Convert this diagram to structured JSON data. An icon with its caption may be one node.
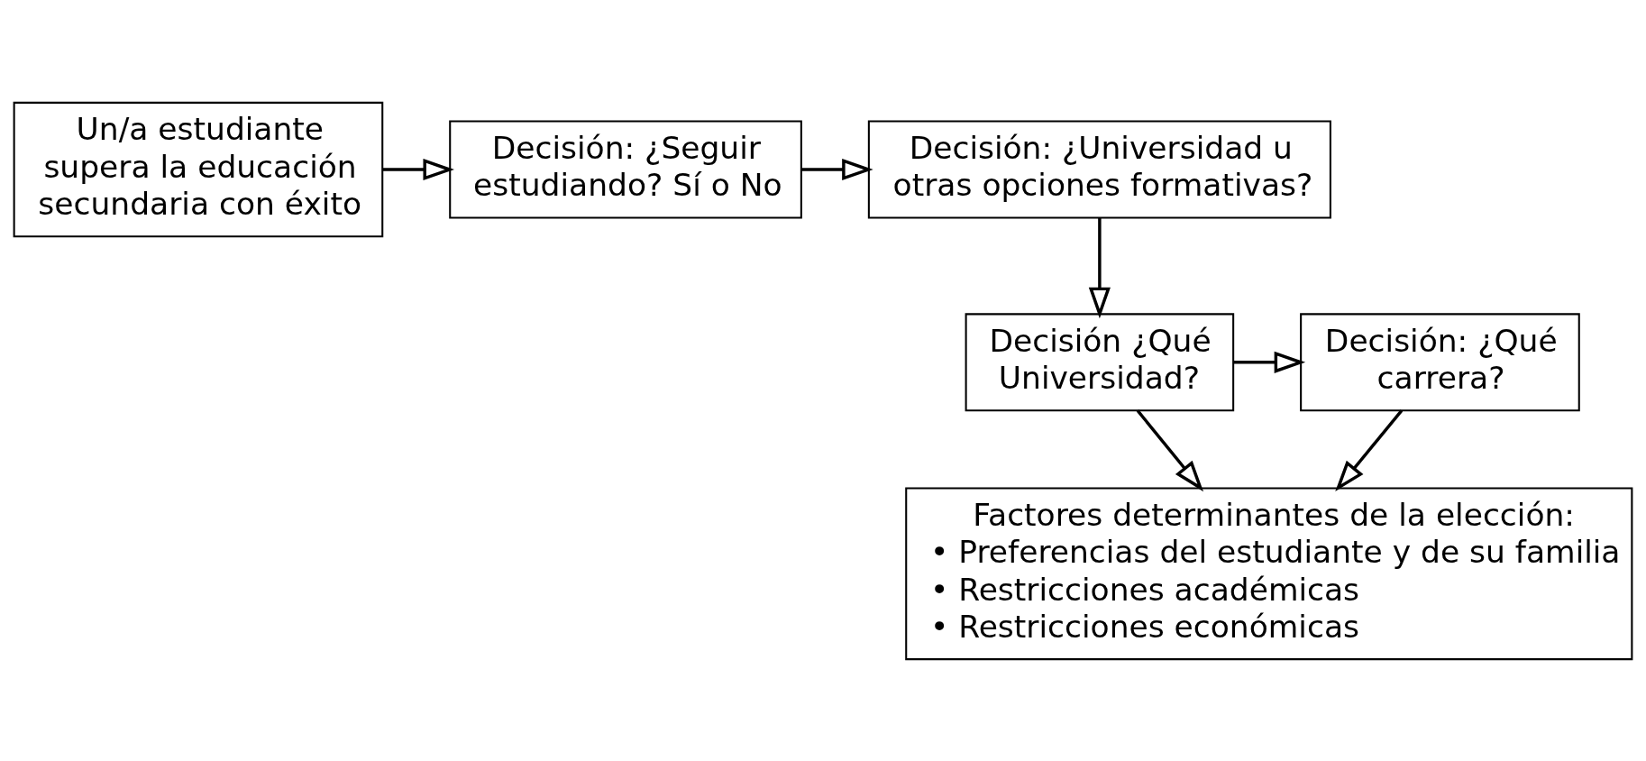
{
  "diagram": {
    "nodes": [
      {
        "text": [
          "Un/a estudiante supera la educación secundaria con éxito"
        ]
      },
      {
        "text": [
          "Decisión: ¿Seguir estudiando? Sí o No"
        ]
      },
      {
        "text": [
          "Decisión: ¿Universidad u otras opciones formativas?"
        ]
      },
      {
        "text": [
          "Decisión: ¿Qué carrera?"
        ]
      },
      {
        "text": [
          "Decisión ¿Qué Universidad?"
        ]
      },
      {
        "text": [
          "Factores determinantes de la elección:",
          "• Preferencias del estudiante y de su familia",
          "• Restricciones académicas",
          "• Restricciones económicas"
        ]
      }
    ],
    "edges": [
      {
        "from": 0,
        "to": 1,
        "arrow": "to"
      },
      {
        "from": 1,
        "to": 2,
        "arrow": "to"
      },
      {
        "from": 2,
        "to": 4,
        "arrow": "to"
      },
      {
        "from": 4,
        "to": 3,
        "arrow": "to"
      },
      {
        "from": 3,
        "to": 5,
        "arrow": "to"
      },
      {
        "from": 4,
        "to": 5,
        "arrow": "to"
      }
    ]
  }
}
